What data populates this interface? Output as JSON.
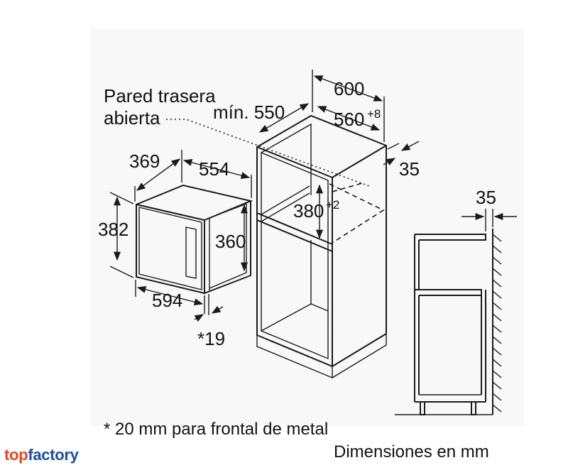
{
  "labels": {
    "wall_line1": "Pared trasera",
    "wall_line2": "abierta",
    "min_depth": "mín. 550",
    "cab_width": "600",
    "niche_width": "560",
    "niche_width_tol": "+8",
    "side_gap": "35",
    "niche_height": "380",
    "niche_height_tol": "+2",
    "oven_depth": "369",
    "oven_width_top": "554",
    "oven_height": "382",
    "oven_inner_height": "360",
    "oven_front_width": "594",
    "front_depth": "*19",
    "wall_gap": "35"
  },
  "footnote": "* 20 mm para frontal de metal",
  "units_note": "Dimensiones en mm",
  "logo": {
    "part1": "top",
    "part2": "factory"
  },
  "colors": {
    "line": "#1a1a1a",
    "background": "#f8f8f8",
    "logo_top": "#e8461e",
    "logo_factory": "#1a4fa0"
  }
}
